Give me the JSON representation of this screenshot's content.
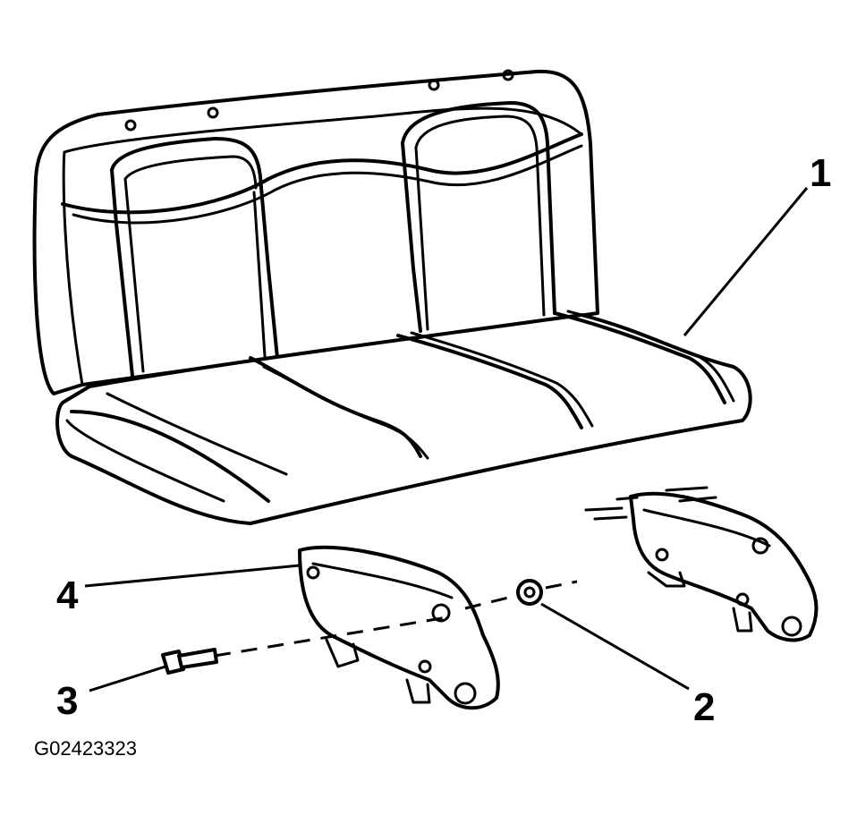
{
  "figure_id": "G02423323",
  "callouts": [
    {
      "id": "1",
      "label": "1"
    },
    {
      "id": "2",
      "label": "2"
    },
    {
      "id": "3",
      "label": "3"
    },
    {
      "id": "4",
      "label": "4"
    }
  ]
}
